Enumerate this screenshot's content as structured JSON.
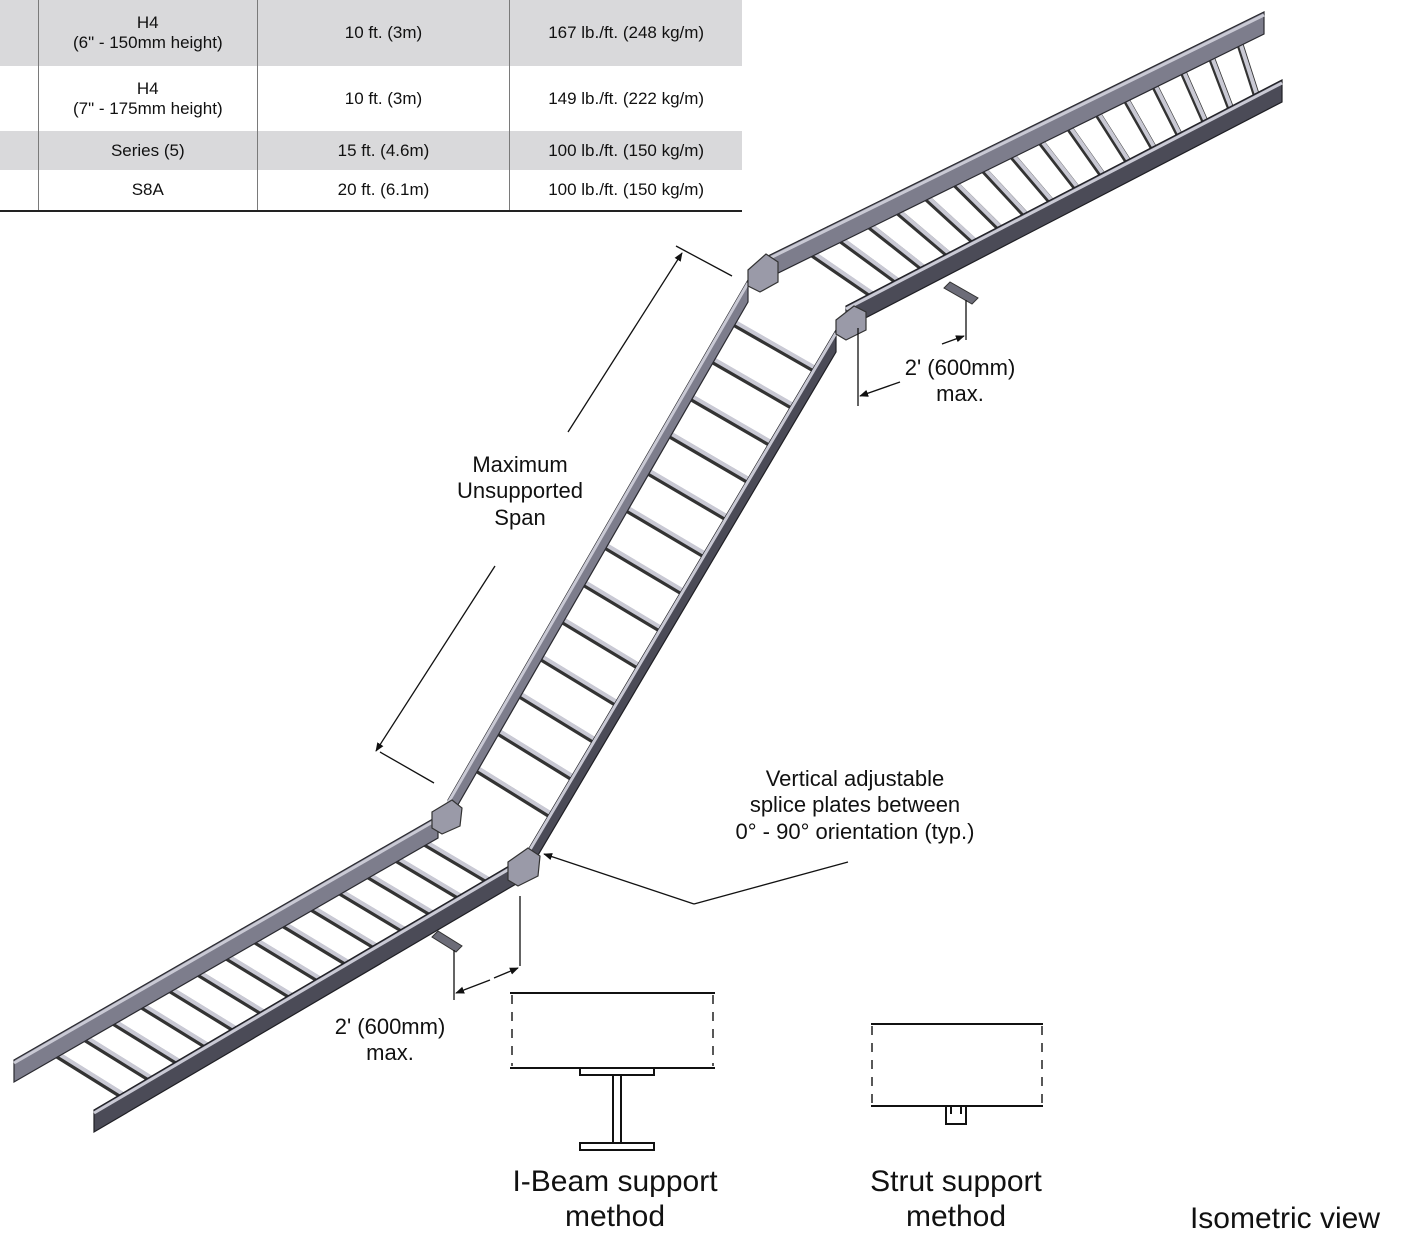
{
  "table": {
    "rows": [
      {
        "name": "H4",
        "sub": "(6\" - 150mm height)",
        "span": "10 ft. (3m)",
        "load": "167 lb./ft. (248 kg/m)"
      },
      {
        "name": "H4",
        "sub": "(7\" - 175mm height)",
        "span": "10 ft. (3m)",
        "load": "149 lb./ft. (222 kg/m)"
      },
      {
        "name": "Series (5)",
        "sub": "",
        "span": "15 ft. (4.6m)",
        "load": "100 lb./ft. (150 kg/m)"
      },
      {
        "name": "S8A",
        "sub": "",
        "span": "20 ft. (6.1m)",
        "load": "100 lb./ft. (150 kg/m)"
      }
    ]
  },
  "labels": {
    "max_span": [
      "Maximum",
      "Unsupported",
      "Span"
    ],
    "support_top": [
      "2' (600mm)",
      "max."
    ],
    "support_bottom": [
      "2' (600mm)",
      "max."
    ],
    "splice": [
      "Vertical adjustable",
      "splice plates between",
      "0° - 90° orientation (typ.)"
    ],
    "ibeam": [
      "I-Beam support",
      "method"
    ],
    "strut": [
      "Strut support",
      "method"
    ],
    "view": "Isometric view"
  },
  "colors": {
    "rail_dark": "#4b4b57",
    "rail_mid": "#7d7d8c",
    "rail_light": "#c9c9d4",
    "table_shade": "#d9d9db"
  }
}
